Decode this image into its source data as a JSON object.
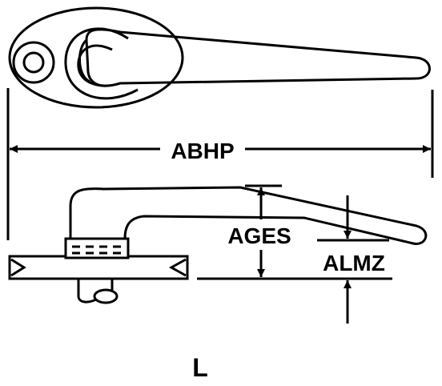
{
  "dimensions": {
    "overall_length": "ABHP",
    "handle_height": "AGES",
    "clearance": "ALMZ"
  },
  "view_label": "L",
  "colors": {
    "ink": "#000000",
    "paper": "#ffffff"
  }
}
